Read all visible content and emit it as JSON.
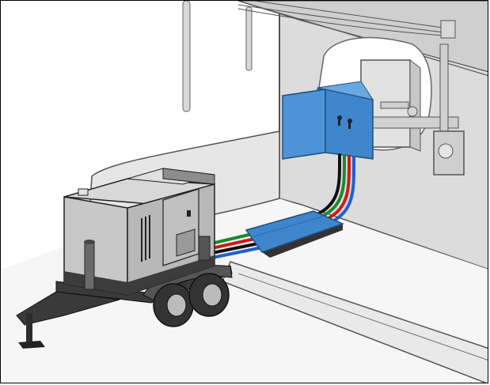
{
  "colors": {
    "wall": "#dcdcdc",
    "wall_edge": "#4a4a4a",
    "floor": "#f4f4f4",
    "pad_top": "#e0e0e0",
    "generator_body": "#c8c8c8",
    "generator_dark": "#3c3c3c",
    "panel_blue": "#3f86cc",
    "panel_blue_dark": "#2f6aa8",
    "cable_green": "#1a8a2a",
    "cable_red": "#cc1a1a",
    "cable_blue": "#1f5fd0",
    "cable_black": "#111111",
    "cover_blue": "#3f86cc",
    "tire": "#333333",
    "conduit": "#b8b8b8"
  },
  "icons": {
    "generator": "portable-generator-trailer",
    "transfer_switch": "manual-transfer-switch-box",
    "cable_protector": "cable-ramp-cover",
    "breaker_box": "building-electrical-panel"
  }
}
